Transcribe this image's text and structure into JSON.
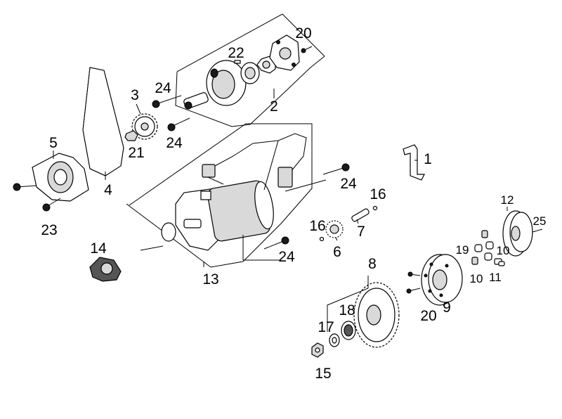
{
  "diagram": {
    "callouts": {
      "c1": "1",
      "c2": "2",
      "c3": "3",
      "c4": "4",
      "c5": "5",
      "c6": "6",
      "c7": "7",
      "c8": "8",
      "c9": "9",
      "c10a": "10",
      "c10b": "10",
      "c11": "11",
      "c12": "12",
      "c13": "13",
      "c14": "14",
      "c15": "15",
      "c16a": "16",
      "c16b": "16",
      "c17": "17",
      "c18": "18",
      "c19": "19",
      "c20a": "20",
      "c20b": "20",
      "c21": "21",
      "c22": "22",
      "c23": "23",
      "c24a": "24",
      "c24b": "24",
      "c24c": "24",
      "c24d": "24",
      "c25": "25"
    }
  }
}
